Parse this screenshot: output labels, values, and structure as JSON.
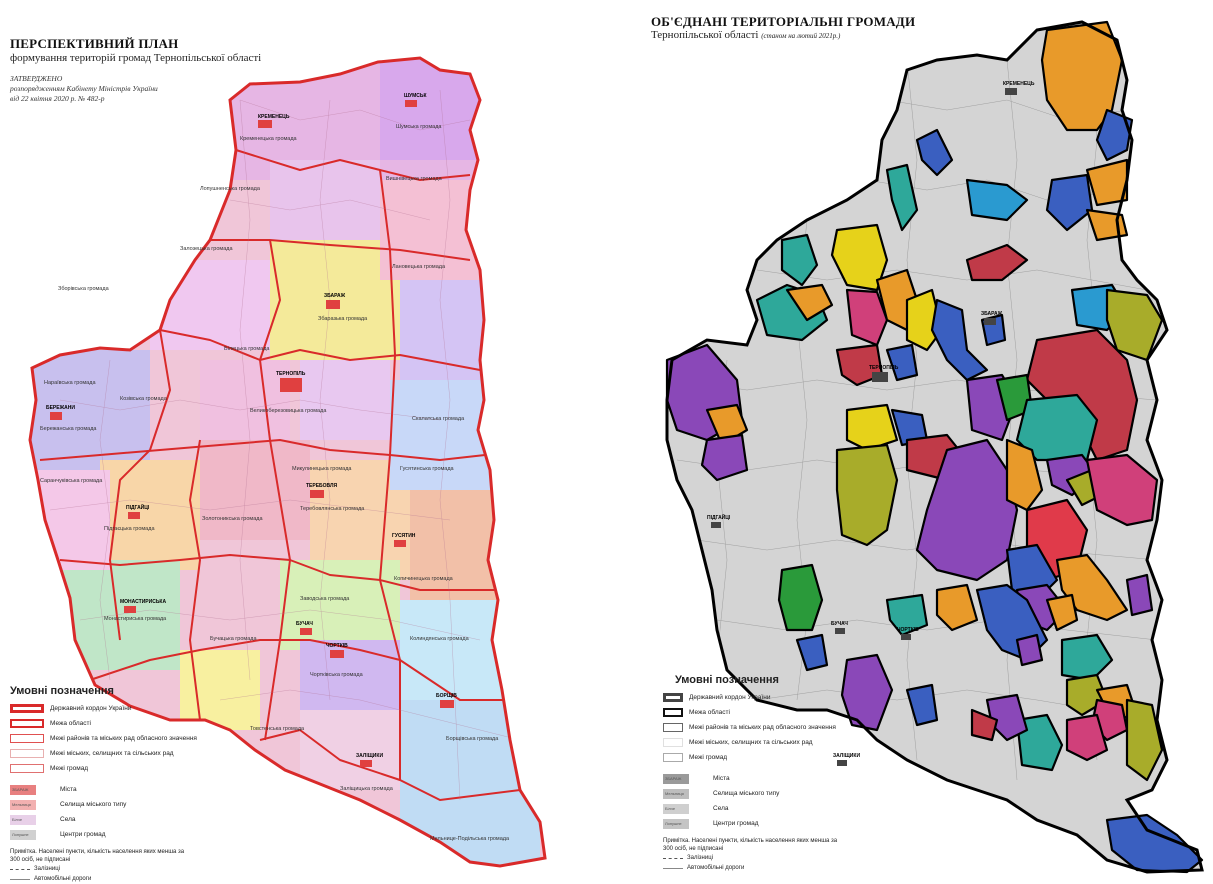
{
  "left": {
    "title": "ПЕРСПЕКТИВНИЙ ПЛАН",
    "subtitle": "формування територій громад Тернопільської області",
    "approved": {
      "line1": "ЗАТВЕРДЖЕНО",
      "line2": "розпорядженням Кабінету Міністрів України",
      "line3": "від 22 квітня 2020 р. № 482-р"
    },
    "legend": {
      "heading": "Умовні позначення",
      "items": [
        {
          "label": "Державний кордон України",
          "color": "#d92a2a"
        },
        {
          "label": "Межа області",
          "color": "#d92a2a"
        },
        {
          "label": "Межі районів та міських рад обласного значення",
          "color": "#e05050"
        },
        {
          "label": "Межі міських, селищних та сільських рад",
          "color": "#d08080"
        },
        {
          "label": "Межі громад",
          "color": "#e07070"
        }
      ],
      "categories": [
        {
          "label": "Міста",
          "sample": "ЗБАРАЖ",
          "color": "#e88080"
        },
        {
          "label": "Селища міського типу",
          "sample": "Мельниця",
          "color": "#f2b0b0"
        },
        {
          "label": "Села",
          "sample": "Білче",
          "color": "#e8d0e8"
        },
        {
          "label": "Центри громад",
          "sample": "Лопушне",
          "color": "#d0d0d0"
        }
      ],
      "note": "Примітка. Населені пункти, кількість населення яких менша за 300 осіб, не підписані",
      "lines": [
        {
          "label": "Залізниці"
        },
        {
          "label": "Автомобільні дороги"
        }
      ]
    },
    "places": [
      "КРЕМЕНЕЦЬ",
      "ШУМСЬК",
      "ЗБАРАЖ",
      "ТЕРНОПІЛЬ",
      "БЕРЕЖАНИ",
      "ПІДГАЙЦІ",
      "ТЕРЕБОВЛЯ",
      "ЧОРТКІВ",
      "БУЧАЧ",
      "МОНАСТИРИСЬКА",
      "ЗАЛІЩИКИ",
      "БОРЩІВ",
      "ГУСЯТИН"
    ],
    "areas": [
      "Кременецька громада",
      "Збаразька громада",
      "Зборівська громада",
      "Лановецька громада",
      "Великоберезовицька громада",
      "Козівська громада",
      "Нараївська громада",
      "Саранчуківська громада",
      "Підгаєцька громада",
      "Монастириська громада",
      "Бучацька громада",
      "Золотоникська громада",
      "Теребовлянська громада",
      "Микулинецька громада",
      "Гусятинська громада",
      "Копичинецька громада",
      "Чортківська громада",
      "Товстенська громада",
      "Заліщицька громада",
      "Борщівська громада",
      "Мельнице-Подільська громада",
      "Шумська громада",
      "Вишнівецька громада",
      "Скалатська громада",
      "Бережанська громада",
      "Залозецька громада",
      "Лопушненська громада",
      "Білецька громада",
      "Заводська громада",
      "Колиндянська громада"
    ]
  },
  "right": {
    "title": "ОБ'ЄДНАНІ ТЕРИТОРІАЛЬНІ ГРОМАДИ",
    "subtitle": "Тернопільської області",
    "subtitle_note": "(станом на лютий 2021р.)",
    "legend": {
      "heading": "Умовні позначення",
      "items": [
        {
          "label": "Державний кордон України",
          "color": "#333333"
        },
        {
          "label": "Межа області",
          "color": "#111111"
        },
        {
          "label": "Межі районів та міських рад обласного значення",
          "color": "#666666"
        },
        {
          "label": "Межі міських, селищних та сільських рад",
          "color": "#999999"
        },
        {
          "label": "Межі громад",
          "color": "#aaaaaa"
        }
      ],
      "categories": [
        {
          "label": "Міста",
          "sample": "ЗБАРАЖ",
          "color": "#9a9a9a"
        },
        {
          "label": "Селища міського типу",
          "sample": "Мельниця",
          "color": "#bdbdbd"
        },
        {
          "label": "Села",
          "sample": "Білче",
          "color": "#cfcfcf"
        },
        {
          "label": "Центри громад",
          "sample": "Лопушне",
          "color": "#c4c4c4"
        }
      ],
      "note": "Примітка. Населені пункти, кількість населення яких менша за 300 осіб, не підписані",
      "lines": [
        {
          "label": "Залізниці"
        },
        {
          "label": "Автомобільні дороги"
        }
      ]
    },
    "places": [
      "КРЕМЕНЕЦЬ",
      "ЗБАРАЖ",
      "ТЕРНОПІЛЬ",
      "ПІДГАЙЦІ",
      "ЧОРТКІВ",
      "БУЧАЧ",
      "ЗАЛІЩИКИ"
    ]
  },
  "colors": {
    "border_red": "#d92a2a",
    "border_black": "#000000",
    "orange": "#e89a2a",
    "teal": "#2ea89a",
    "purple": "#8a48b8",
    "blue": "#3a5fc0",
    "green": "#2a9a3a",
    "yellow": "#e6d21a",
    "crimson": "#c03a48",
    "pink": "#d0407a",
    "olive": "#a8ac2a",
    "sky": "#2a9ad0"
  }
}
